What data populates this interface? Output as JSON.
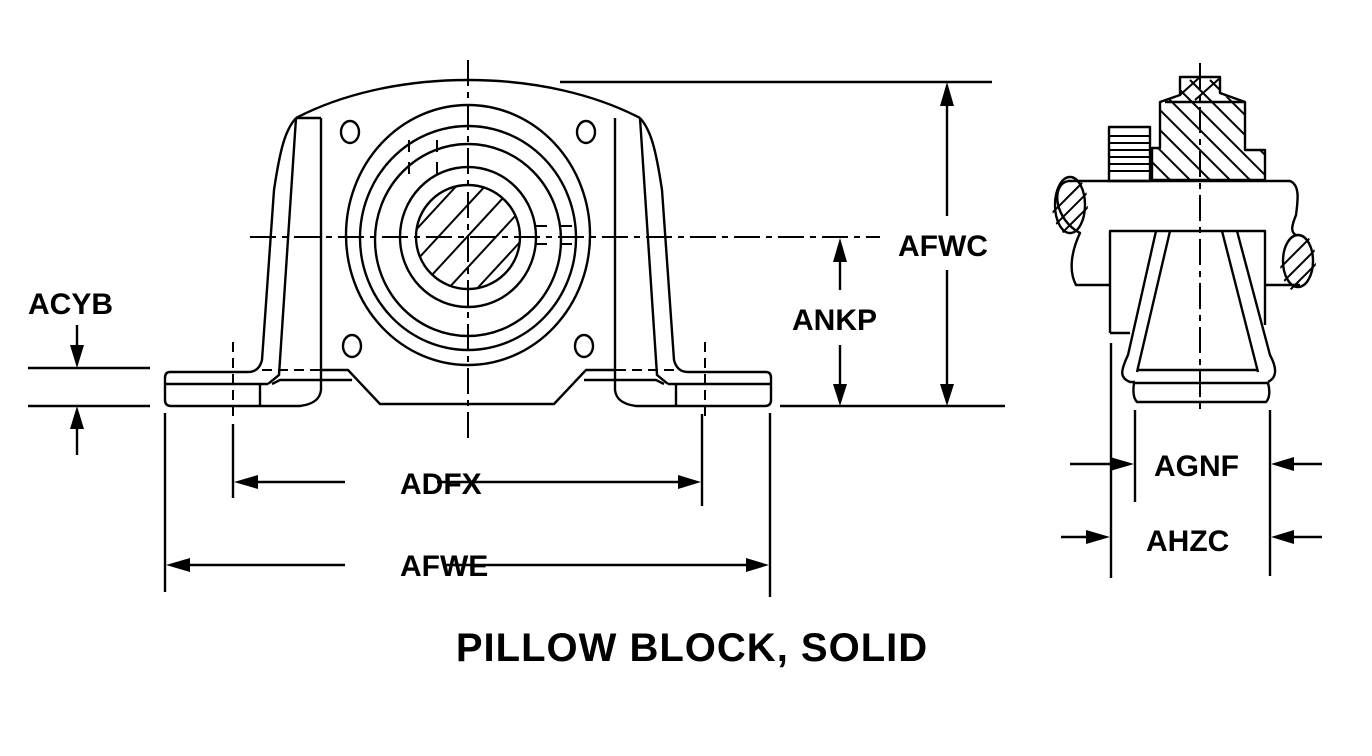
{
  "title": "PILLOW BLOCK, SOLID",
  "dimensions": {
    "acyb": "ACYB",
    "afwc": "AFWC",
    "ankp": "ANKP",
    "adfx": "ADFX",
    "afwe": "AFWE",
    "agnf": "AGNF",
    "ahzc": "AHZC"
  },
  "views": [
    "front-view",
    "side-section-view"
  ]
}
